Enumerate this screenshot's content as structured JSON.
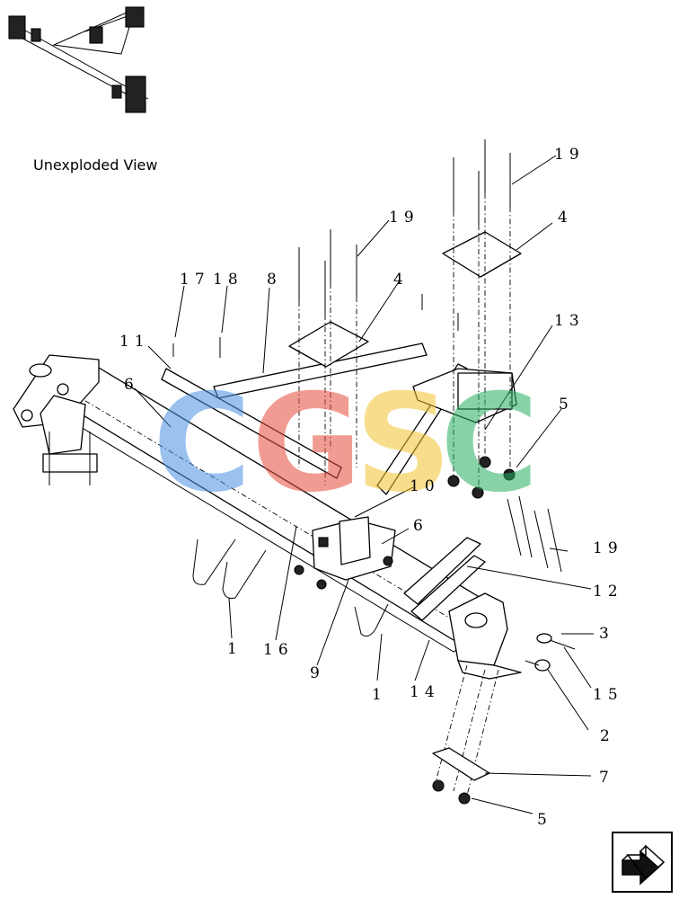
{
  "caption": "Unexploded View",
  "callouts": {
    "c19a": "19",
    "c19b": "19",
    "c19c": "19",
    "c4a": "4",
    "c4b": "4",
    "c17": "17",
    "c18": "18",
    "c8": "8",
    "c11": "11",
    "c13": "13",
    "c6a": "6",
    "c6b": "6",
    "c5a": "5",
    "c5b": "5",
    "c10": "10",
    "c12": "12",
    "c3": "3",
    "c15": "15",
    "c2": "2",
    "c7": "7",
    "c1a": "1",
    "c1b": "1",
    "c16": "16",
    "c9": "9",
    "c14": "14"
  },
  "watermark": {
    "letters": [
      "C",
      "G",
      "S",
      "C"
    ],
    "colors": [
      "#4a90e2",
      "#e74c3c",
      "#f4c430",
      "#27ae60"
    ]
  },
  "nav": {
    "icon": "next-page-arrow-icon"
  }
}
